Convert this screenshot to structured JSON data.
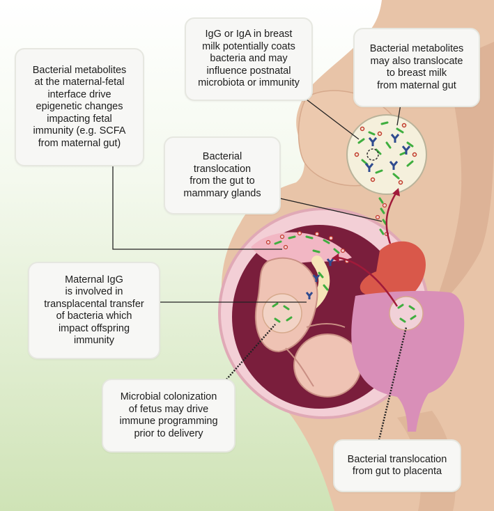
{
  "callouts": {
    "fetal_epigenetics": "Bacterial metabolites\nat the maternal-fetal\ninterface drive\nepigenetic changes\nimpacting fetal\nimmunity (e.g. SCFA\nfrom maternal gut)",
    "breast_milk_antibodies": "IgG or IgA in breast\nmilk potentially coats\nbacteria and may\ninfluence postnatal\nmicrobiota or immunity",
    "metabolites_breast_milk": "Bacterial metabolites\nmay also translocate\nto breast milk\nfrom maternal gut",
    "gut_to_mammary": "Bacterial\ntranslocation\nfrom the gut to\nmammary glands",
    "maternal_igg": "Maternal IgG\nis involved in\ntransplacental transfer\nof bacteria which\nimpact offspring\nimmunity",
    "fetal_colonization": "Microbial colonization\nof fetus may drive\nimmune programming\nprior to delivery",
    "gut_to_placenta": "Bacterial translocation\nfrom gut to placenta"
  },
  "colors": {
    "background_top": "#ffffff",
    "background_bottom": "#cfe3b6",
    "skin": "#e8c4a8",
    "skin_shadow": "#d6a98c",
    "uterus": "#7a1e3c",
    "placenta": "#f2b7c4",
    "fetus": "#efc3b4",
    "stomach": "#d9584a",
    "intestine": "#d98fb8",
    "bacteria": "#3fae3f",
    "antibody": "#2f4b8f",
    "metabolite": "#c0392b",
    "arrow": "#a01a3a",
    "callout_border": "#e6e7e0"
  }
}
